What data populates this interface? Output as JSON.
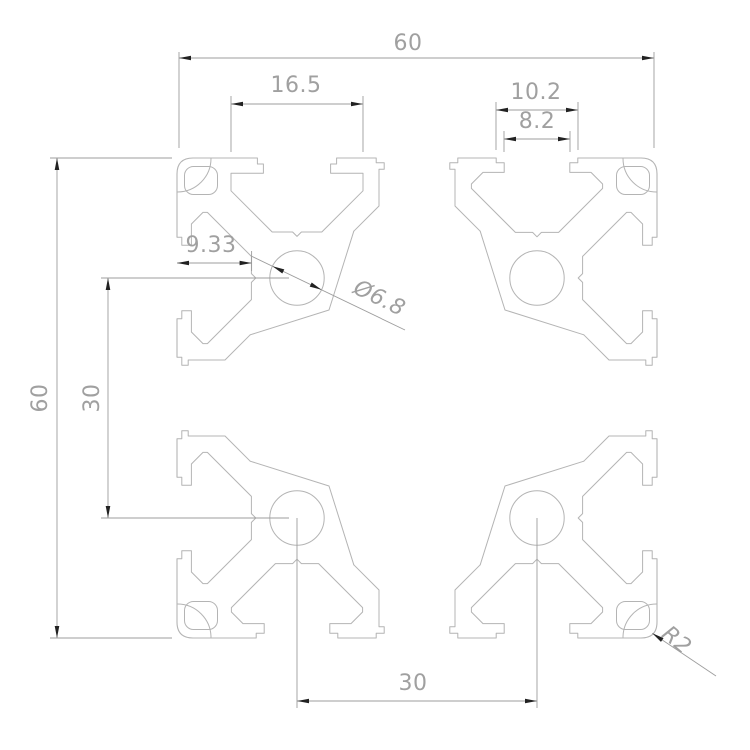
{
  "drawing": {
    "type": "aluminum-extrusion-profile-cross-section",
    "dimensions": {
      "overall_width": "60",
      "overall_height": "60",
      "slot_inner_width": "16.5",
      "tslot_top_width": "10.2",
      "tslot_opening": "8.2",
      "slot_depth": "9.33",
      "center_hole_diameter": "Ø6.8",
      "hole_spacing_horizontal": "30",
      "hole_spacing_vertical": "30",
      "corner_radius": "R2"
    },
    "colors": {
      "background": "#ffffff",
      "profile_line": "#b4b4b4",
      "dimension_line": "#9d9d9d",
      "arrow": "#222222",
      "text": "#a0a0a0"
    }
  }
}
